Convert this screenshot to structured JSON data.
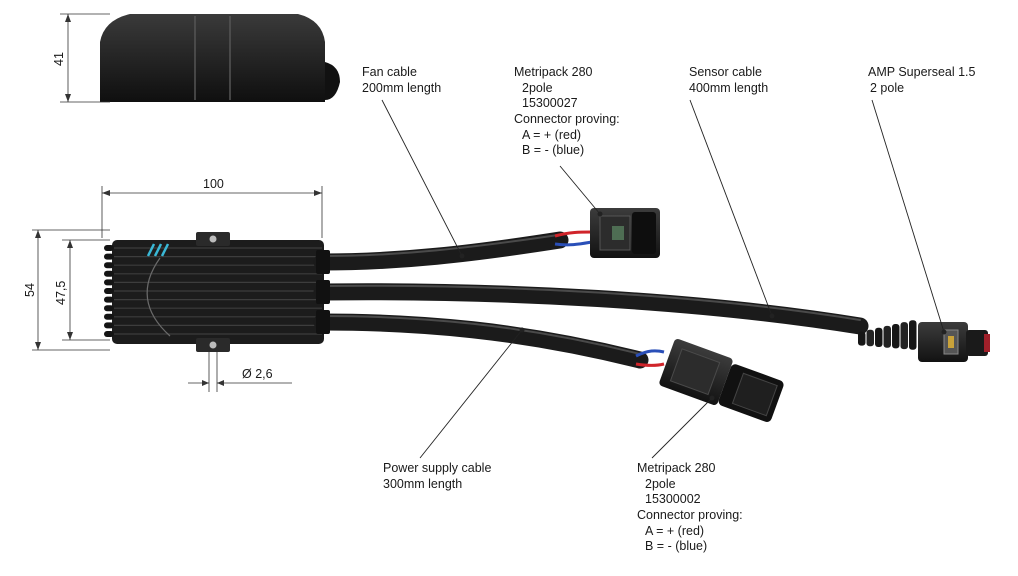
{
  "dimensions": {
    "height_top_view": "41",
    "length": "100",
    "width_outer": "54",
    "width_inner": "47,5",
    "hole_diameter": "Ø 2,6"
  },
  "labels": {
    "fan_cable": [
      "Fan cable",
      "200mm length"
    ],
    "fan_connector": [
      "Metripack 280",
      "2pole",
      "15300027",
      "Connector proving:",
      "A = + (red)",
      "B = - (blue)"
    ],
    "sensor_cable": [
      "Sensor cable",
      "400mm length"
    ],
    "sensor_connector": [
      "AMP Superseal 1.5",
      "2 pole"
    ],
    "power_cable": [
      "Power supply cable",
      "300mm length"
    ],
    "power_connector": [
      "Metripack 280",
      "2pole",
      "15300002",
      "Connector proving:",
      "A = + (red)",
      "B = - (blue)"
    ]
  },
  "colors": {
    "body": "#1c1c1c",
    "wire_red": "#d0242a",
    "wire_blue": "#2a4fb8",
    "accent_cyan": "#3ab8d6"
  }
}
